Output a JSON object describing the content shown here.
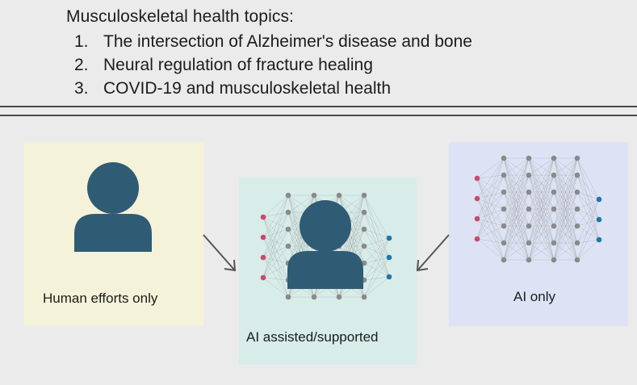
{
  "header": {
    "title": "Musculoskeletal health topics:",
    "topics": [
      {
        "num": "1.",
        "text": "The intersection of Alzheimer's disease and bone"
      },
      {
        "num": "2.",
        "text": "Neural regulation of fracture healing"
      },
      {
        "num": "3.",
        "text": "COVID-19 and musculoskeletal health"
      }
    ]
  },
  "panels": {
    "human": {
      "label": "Human efforts only"
    },
    "assisted": {
      "label": "AI assisted/supported"
    },
    "ai": {
      "label": "AI only"
    }
  },
  "colors": {
    "person": "#2f5b75",
    "input_node": "#c94a6a",
    "hidden_node": "#8a8a8a",
    "output_node": "#1f78a8",
    "arrow": "#555555"
  }
}
